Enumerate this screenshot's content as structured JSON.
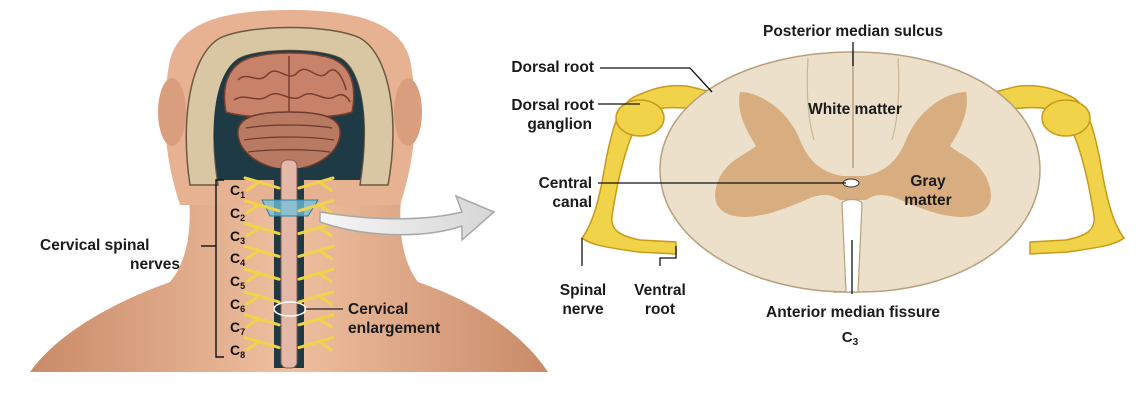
{
  "left_panel": {
    "segments": [
      {
        "letter": "C",
        "num": "1"
      },
      {
        "letter": "C",
        "num": "2"
      },
      {
        "letter": "C",
        "num": "3"
      },
      {
        "letter": "C",
        "num": "4"
      },
      {
        "letter": "C",
        "num": "5"
      },
      {
        "letter": "C",
        "num": "6"
      },
      {
        "letter": "C",
        "num": "7"
      },
      {
        "letter": "C",
        "num": "8"
      }
    ],
    "cervical_spinal_nerves": [
      "Cervical spinal",
      "nerves"
    ],
    "cervical_enlargement": [
      "Cervical",
      "enlargement"
    ]
  },
  "right_panel": {
    "posterior_median_sulcus": "Posterior median sulcus",
    "dorsal_root": "Dorsal root",
    "dorsal_root_ganglion": [
      "Dorsal root",
      "ganglion"
    ],
    "white_matter": "White matter",
    "central_canal": [
      "Central",
      "canal"
    ],
    "gray_matter": [
      "Gray",
      "matter"
    ],
    "spinal_nerve": [
      "Spinal",
      "nerve"
    ],
    "ventral_root": [
      "Ventral",
      "root"
    ],
    "anterior_median_fissure": "Anterior median fissure",
    "section_level": {
      "letter": "C",
      "num": "3"
    }
  },
  "colors": {
    "skin": "#e9b696",
    "white_matter": "#ece0ca",
    "gray_matter": "#d8ae80",
    "nerve": "#f1d34a",
    "arrow": "#e7e7e7"
  }
}
